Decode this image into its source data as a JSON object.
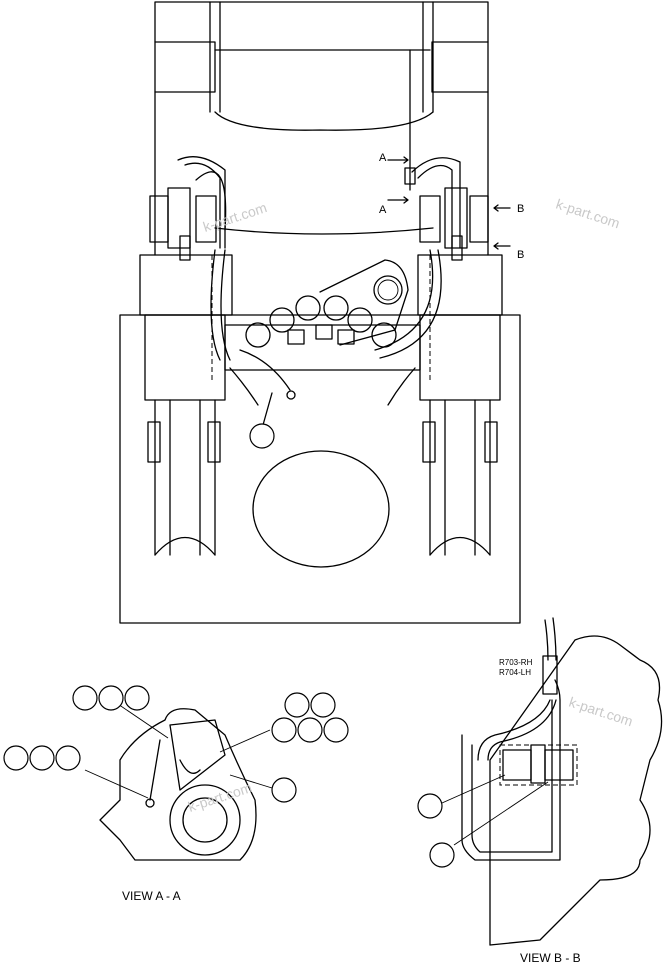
{
  "labels": {
    "section_a_top": "A",
    "section_a_bottom": "A",
    "section_b_top": "B",
    "section_b_bottom": "B",
    "view_a_caption": "VIEW  A - A",
    "view_b_caption": "VIEW  B - B",
    "part_rh": "R703-RH",
    "part_lh": "R704-LH"
  },
  "watermarks": [
    "k-part.com",
    "k-part.com",
    "k-part.com",
    "k-part.com"
  ],
  "colors": {
    "line": "#000000",
    "watermark": "#c9c9c9",
    "background": "#ffffff"
  }
}
